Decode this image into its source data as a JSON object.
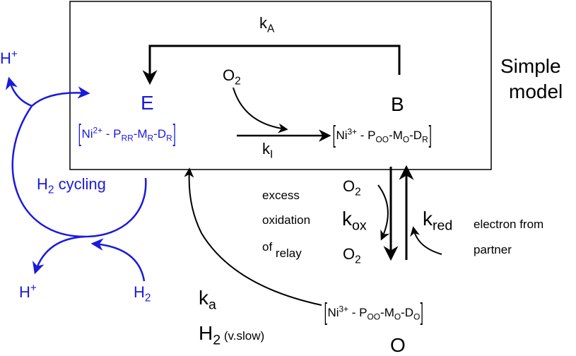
{
  "constants": {
    "kA": {
      "base": "k",
      "sub": "A"
    },
    "kI": {
      "base": "k",
      "sub": "I"
    },
    "kox": {
      "base": "k",
      "sub": "ox"
    },
    "kred": {
      "base": "k",
      "sub": "red"
    },
    "ka": {
      "base": "k",
      "sub": "a"
    }
  },
  "model_label": {
    "line1": "Simple",
    "line2": "model"
  },
  "states": {
    "E": {
      "letter": "E",
      "formula": {
        "ni": "Ni",
        "charge": "2+",
        "p": " - P",
        "p_sub": "RR",
        "m": "-M",
        "m_sub": "R",
        "d": "-D",
        "d_sub": "R"
      }
    },
    "B": {
      "letter": "B",
      "formula": {
        "ni": "Ni",
        "charge": "3+",
        "p": " - P",
        "p_sub": "OO",
        "m": "-M",
        "m_sub": "O",
        "d": "-D",
        "d_sub": "R"
      }
    },
    "O": {
      "letter": "O",
      "formula": {
        "ni": "Ni",
        "charge": "3+",
        "p": " - P",
        "p_sub": "OO",
        "m": "-M",
        "m_sub": "O",
        "d": "-D",
        "d_sub": "O"
      }
    }
  },
  "species": {
    "o2_top": {
      "base": "O",
      "sub": "2"
    },
    "o2_in": {
      "base": "O",
      "sub": "2"
    },
    "o2_out": {
      "base": "O",
      "sub": "2"
    },
    "h2_in": {
      "base": "H",
      "sub": "2"
    },
    "h2_slow": {
      "base": "H",
      "sub": "2",
      "note": " (v.slow)"
    },
    "h_plus_top": {
      "base": "H",
      "sup": "+"
    },
    "h_plus_bottom": {
      "base": "H",
      "sup": "+"
    }
  },
  "cycling_label": {
    "base": "H",
    "sub": "2",
    "rest": " cycling"
  },
  "notes": {
    "excess_line1": "excess",
    "excess_line2": "oxidation",
    "excess_line3_of": "of ",
    "excess_line3_relay": "relay",
    "electron_line1": "electron from",
    "electron_line2": "partner"
  },
  "colors": {
    "black": "#000000",
    "blue": "#1a1adc"
  }
}
